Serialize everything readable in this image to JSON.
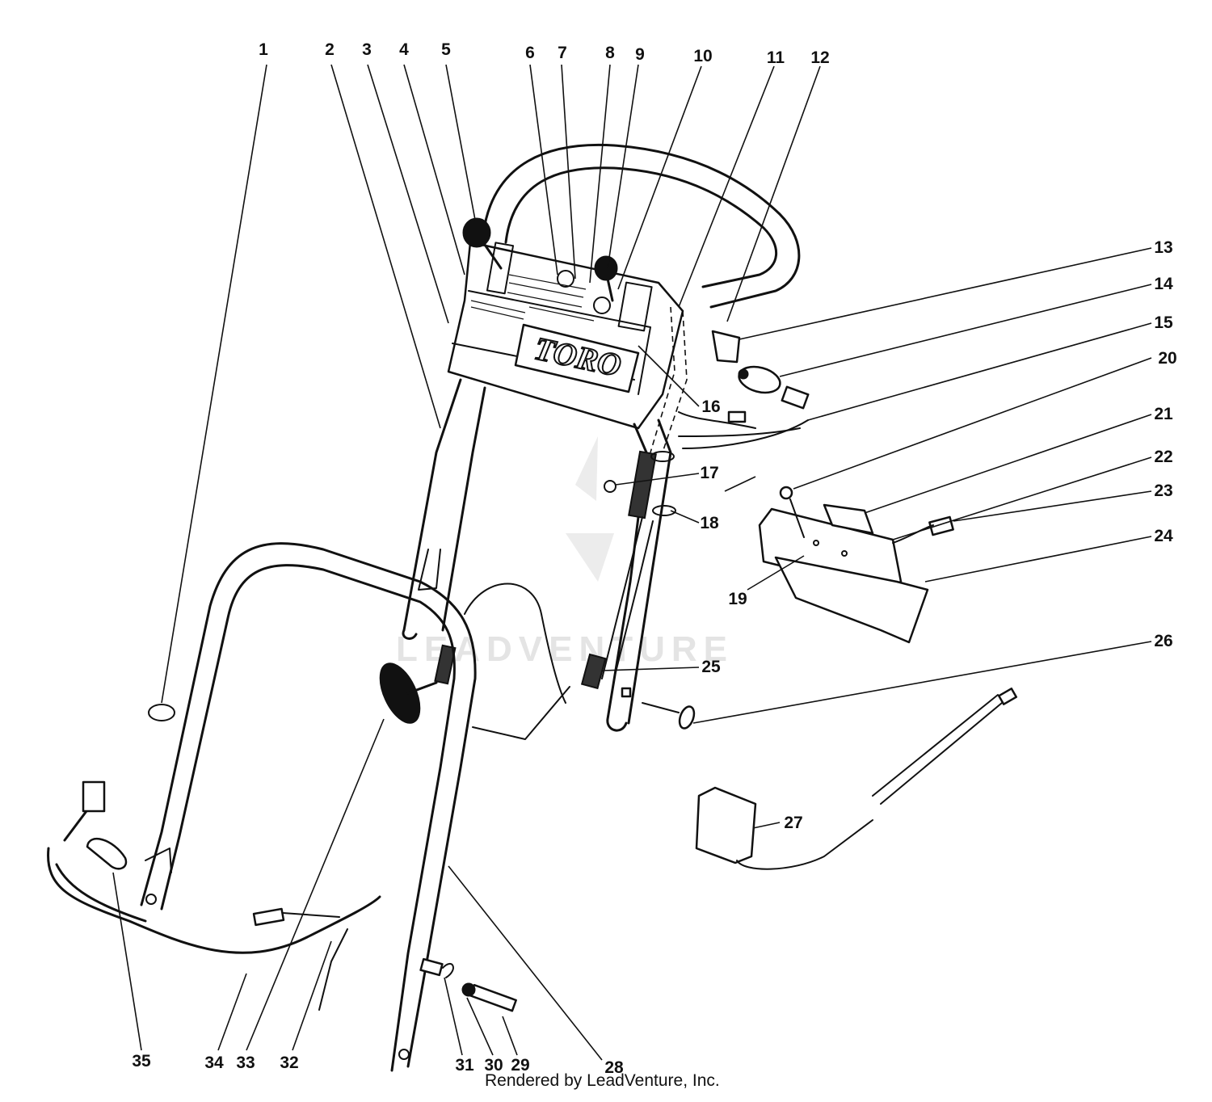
{
  "diagram": {
    "brand_decal": "TORO",
    "watermark": "LEADVENTURE",
    "callouts": [
      "1",
      "2",
      "3",
      "4",
      "5",
      "6",
      "7",
      "8",
      "9",
      "10",
      "11",
      "12",
      "13",
      "14",
      "15",
      "16",
      "17",
      "18",
      "19",
      "20",
      "21",
      "22",
      "23",
      "24",
      "25",
      "26",
      "27",
      "28",
      "29",
      "30",
      "31",
      "32",
      "33",
      "34",
      "35"
    ]
  },
  "footer": {
    "credit": "Rendered by LeadVenture, Inc."
  }
}
